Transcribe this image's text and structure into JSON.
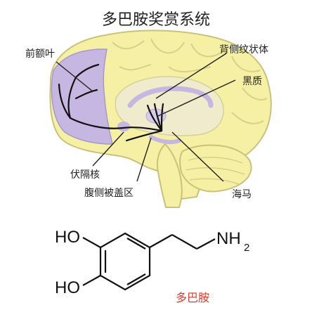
{
  "title": "多巴胺奖赏系统",
  "labels": {
    "prefrontal": "前额叶",
    "dorsal_striatum": "背侧纹状体",
    "substantia_nigra": "黑质",
    "nucleus_accumbens": "伏隔核",
    "vta": "腹侧被盖区",
    "hippocampus": "海马"
  },
  "molecule": {
    "ho_top": "HO",
    "ho_bottom": "HO",
    "nh": "NH",
    "subscript": "2",
    "name": "多巴胺"
  },
  "colors": {
    "brain_fill": "#f6f0a4",
    "brain_stroke": "#c9c27a",
    "prefrontal": "#c6b6e2",
    "pathway": "#111111",
    "name_red": "#d8392d"
  }
}
